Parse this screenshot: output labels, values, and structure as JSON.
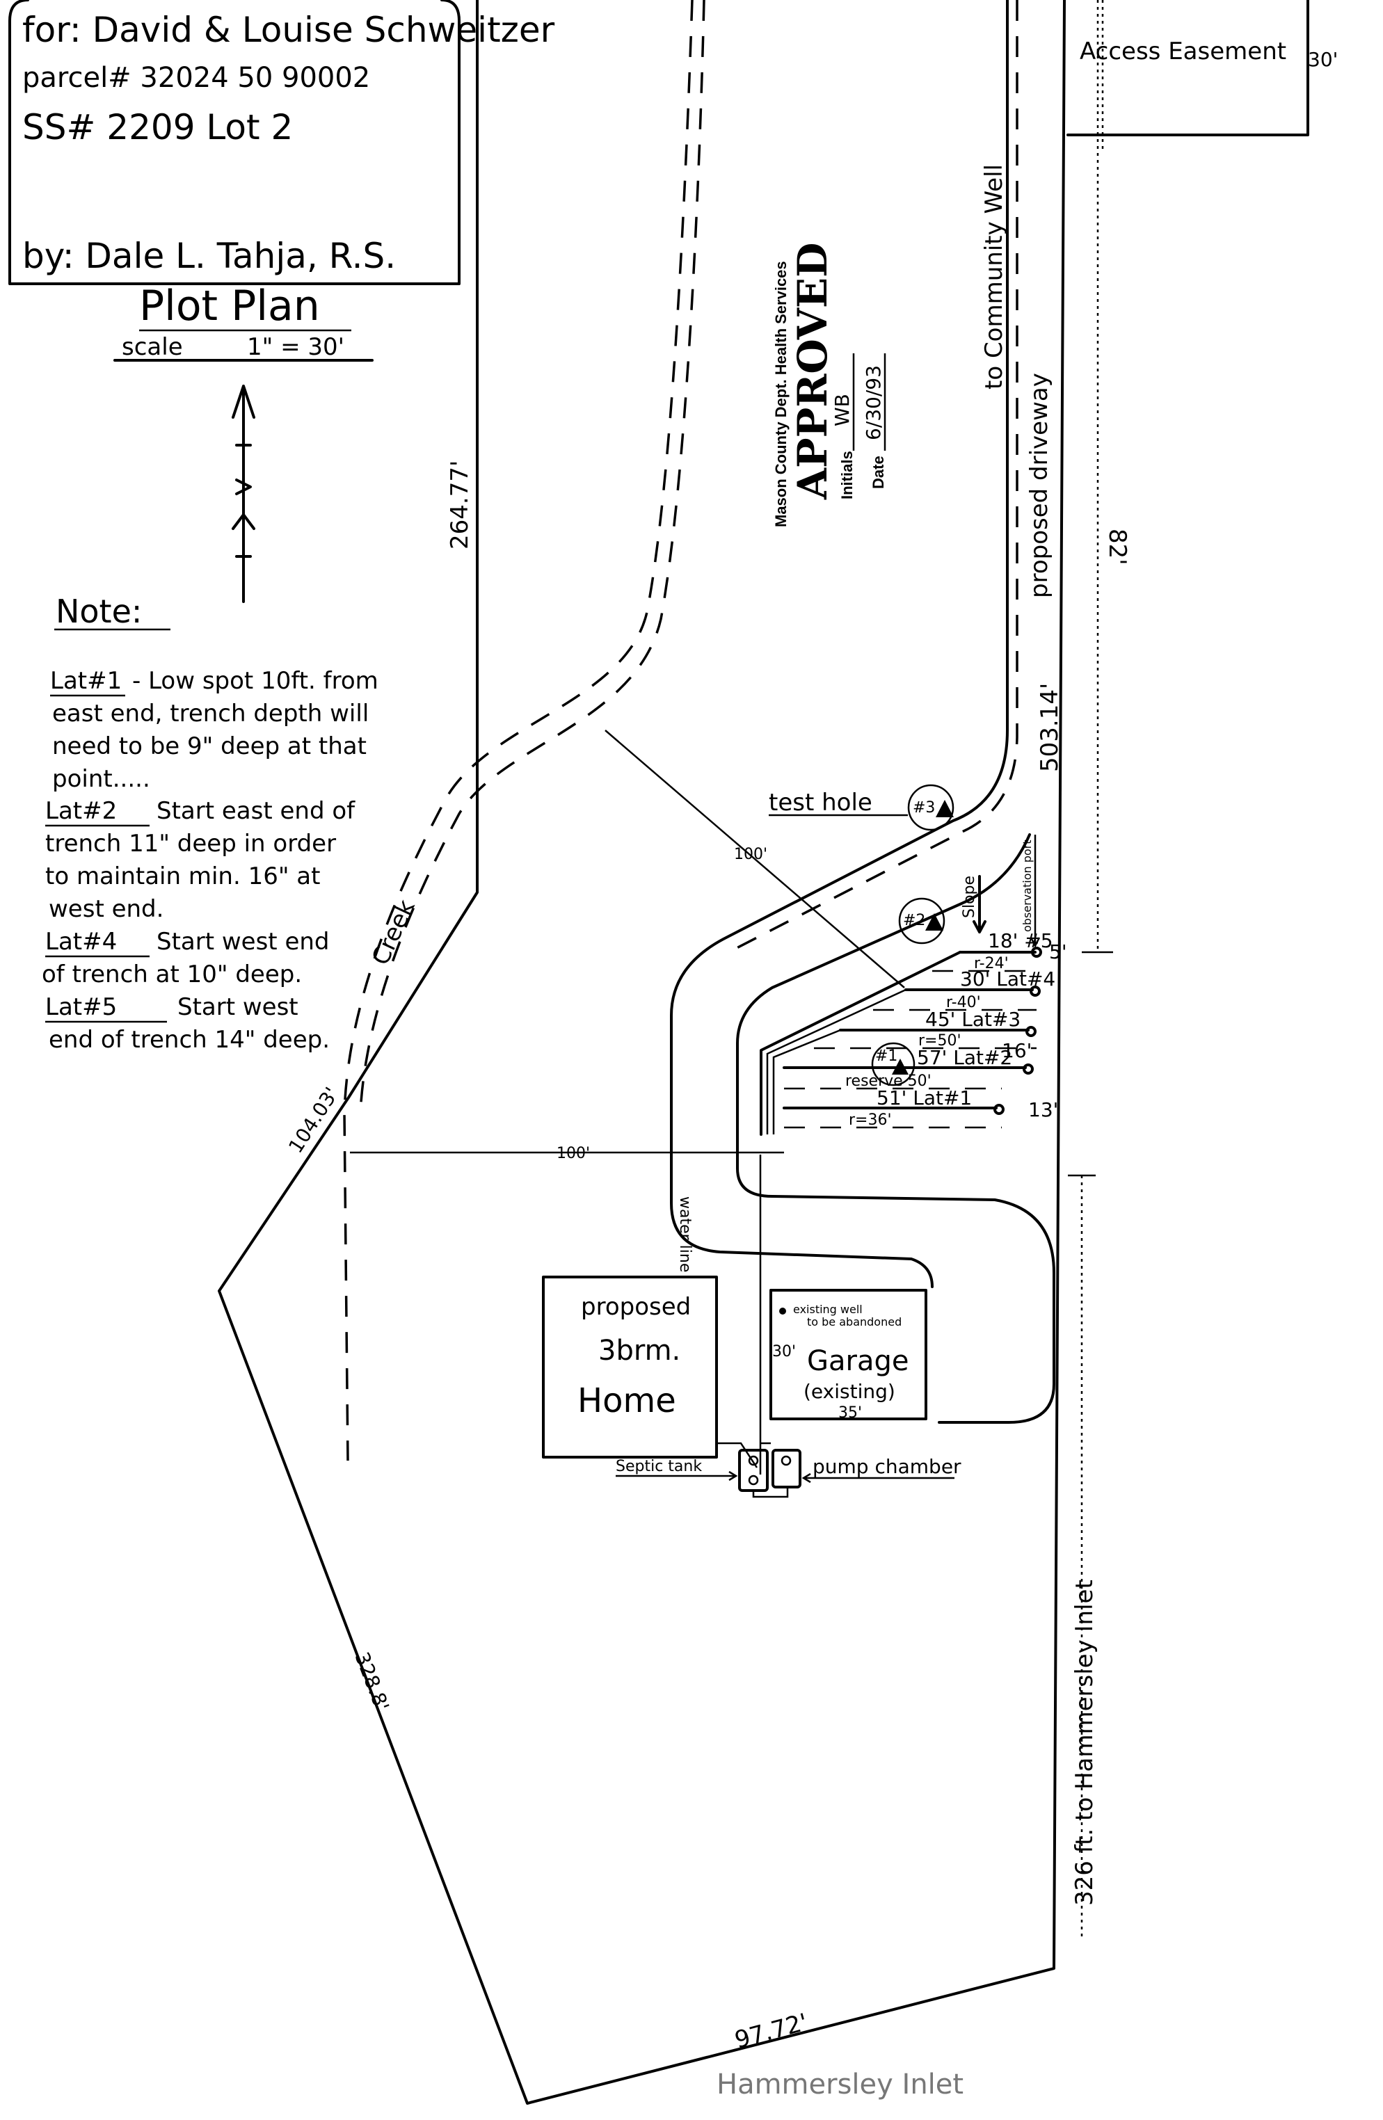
{
  "title_block": {
    "for_line": "for: David & Louise Schweitzer",
    "parcel_line": "parcel# 32024 50 90002",
    "ss_line": "SS# 2209   Lot 2",
    "by_line": "by: Dale L. Tahja, R.S."
  },
  "plan_heading": {
    "title": "Plot Plan",
    "scale_label": "scale",
    "scale_value": "1\" = 30'"
  },
  "north_arrow": {
    "icon": "north-arrow-icon"
  },
  "notes": {
    "heading": "Note:",
    "items": [
      {
        "label": "Lat#1",
        "lines": [
          "- Low spot 10ft. from",
          "east end, trench depth will",
          "need to be 9\" deep at that",
          "point....."
        ]
      },
      {
        "label": "Lat#2",
        "lines": [
          "Start east end of",
          "trench 11\" deep in order",
          "to maintain min. 16\" at",
          "west end."
        ]
      },
      {
        "label": "Lat#4",
        "lines": [
          "Start west end",
          "of trench at 10\" deep."
        ]
      },
      {
        "label": "Lat#5",
        "lines": [
          "Start west",
          "end of trench 14\" deep."
        ]
      }
    ]
  },
  "stamp": {
    "agency": "Mason County Dept. Health Services",
    "status": "APPROVED",
    "initials_label": "Initials",
    "initials_value": "WB",
    "date_label": "Date",
    "date_value": "6/30/93"
  },
  "labels": {
    "access_easement": "Access Easement",
    "easement_width": "30'",
    "to_community_well": "to Community Well",
    "proposed_driveway": "proposed driveway",
    "dim_82": "82'",
    "dim_503": "503.14'",
    "dim_264": "264.77'",
    "dim_104": "104.03'",
    "dim_328": "328.8'",
    "dim_97": "97.72'",
    "hammersley_inlet_bottom": "Hammersley Inlet",
    "to_hammersley": "326 ft. to Hammersley Inlet",
    "creek": "Creek",
    "water_line": "water line",
    "test_hole": "test hole",
    "slope": "Slope",
    "observation_port": "observation port",
    "dim_100_diag": "100'",
    "dim_100_horiz": "100'",
    "dim_5": "5'",
    "dim_16": "16'",
    "dim_13": "13'"
  },
  "test_holes": [
    "#1",
    "#2",
    "#3"
  ],
  "laterals": [
    {
      "label": "18' #5"
    },
    {
      "label": "30' Lat#4"
    },
    {
      "label": "45' Lat#3"
    },
    {
      "label": "57' Lat#2"
    },
    {
      "label": "51' Lat#1"
    }
  ],
  "reserves": [
    "r-24'",
    "r-40'",
    "r=50'",
    "reserve 50'",
    "r=36'"
  ],
  "home": {
    "line1": "proposed",
    "line2": "3brm.",
    "line3": "Home"
  },
  "garage": {
    "well_note1": "existing well",
    "well_note2": "to be abandoned",
    "width": "30'",
    "label": "Garage",
    "sublabel": "(existing)",
    "length": "35'"
  },
  "septic_tank": "Septic tank",
  "pump_chamber": "pump chamber"
}
